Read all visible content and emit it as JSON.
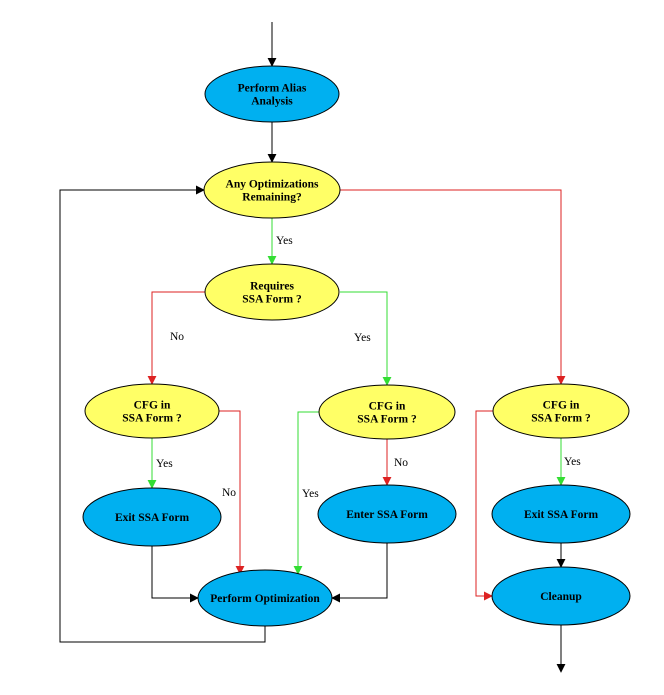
{
  "colors": {
    "process_fill": "#00b0f0",
    "decision_fill": "#ffff66",
    "edge_black": "#000000",
    "edge_green": "#33dd33",
    "edge_red": "#dd2222"
  },
  "nodes": {
    "alias": {
      "kind": "process",
      "lines": [
        "Perform Alias",
        "Analysis"
      ]
    },
    "remaining": {
      "kind": "decision",
      "lines": [
        "Any Optimizations",
        "Remaining?"
      ]
    },
    "requires": {
      "kind": "decision",
      "lines": [
        "Requires",
        "SSA Form ?"
      ]
    },
    "cfg_left": {
      "kind": "decision",
      "lines": [
        "CFG in",
        "SSA Form ?"
      ]
    },
    "cfg_mid": {
      "kind": "decision",
      "lines": [
        "CFG in",
        "SSA Form ?"
      ]
    },
    "cfg_right": {
      "kind": "decision",
      "lines": [
        "CFG in",
        "SSA Form ?"
      ]
    },
    "exit_left": {
      "kind": "process",
      "lines": [
        "Exit SSA Form"
      ]
    },
    "enter_mid": {
      "kind": "process",
      "lines": [
        "Enter SSA Form"
      ]
    },
    "exit_right": {
      "kind": "process",
      "lines": [
        "Exit SSA Form"
      ]
    },
    "perform": {
      "kind": "process",
      "lines": [
        "Perform Optimization"
      ]
    },
    "cleanup": {
      "kind": "process",
      "lines": [
        "Cleanup"
      ]
    }
  },
  "edges": [
    {
      "from": "entry",
      "to": "alias",
      "color": "black",
      "label": ""
    },
    {
      "from": "alias",
      "to": "remaining",
      "color": "black",
      "label": ""
    },
    {
      "from": "remaining",
      "to": "requires",
      "color": "green",
      "label": "Yes"
    },
    {
      "from": "remaining",
      "to": "cfg_right",
      "color": "red",
      "label": ""
    },
    {
      "from": "requires",
      "to": "cfg_left",
      "color": "red",
      "label": "No"
    },
    {
      "from": "requires",
      "to": "cfg_mid",
      "color": "green",
      "label": "Yes"
    },
    {
      "from": "cfg_left",
      "to": "exit_left",
      "color": "green",
      "label": "Yes"
    },
    {
      "from": "cfg_left",
      "to": "perform",
      "color": "red",
      "label": "No"
    },
    {
      "from": "cfg_mid",
      "to": "enter_mid",
      "color": "red",
      "label": "No"
    },
    {
      "from": "cfg_mid",
      "to": "perform",
      "color": "green",
      "label": "Yes"
    },
    {
      "from": "exit_left",
      "to": "perform",
      "color": "black",
      "label": ""
    },
    {
      "from": "enter_mid",
      "to": "perform",
      "color": "black",
      "label": ""
    },
    {
      "from": "perform",
      "to": "remaining",
      "color": "black",
      "label": ""
    },
    {
      "from": "cfg_right",
      "to": "exit_right",
      "color": "green",
      "label": "Yes"
    },
    {
      "from": "cfg_right",
      "to": "cleanup",
      "color": "red",
      "label": ""
    },
    {
      "from": "exit_right",
      "to": "cleanup",
      "color": "black",
      "label": ""
    },
    {
      "from": "cleanup",
      "to": "exit",
      "color": "black",
      "label": ""
    }
  ]
}
